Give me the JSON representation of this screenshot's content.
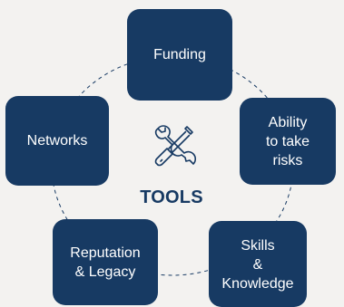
{
  "center": {
    "label": "TOOLS",
    "icon": "tools-icon"
  },
  "nodes": [
    {
      "id": "funding",
      "label": "Funding"
    },
    {
      "id": "ability",
      "label": "Ability\nto take\nrisks"
    },
    {
      "id": "skills",
      "label": "Skills\n&\nKnowledge"
    },
    {
      "id": "reputation",
      "label": "Reputation\n& Legacy"
    },
    {
      "id": "networks",
      "label": "Networks"
    }
  ],
  "colors": {
    "node_fill": "#173a63",
    "node_text": "#ffffff",
    "center_text": "#173a63",
    "background": "#f3f2f0",
    "ring_stroke": "#173a63"
  }
}
